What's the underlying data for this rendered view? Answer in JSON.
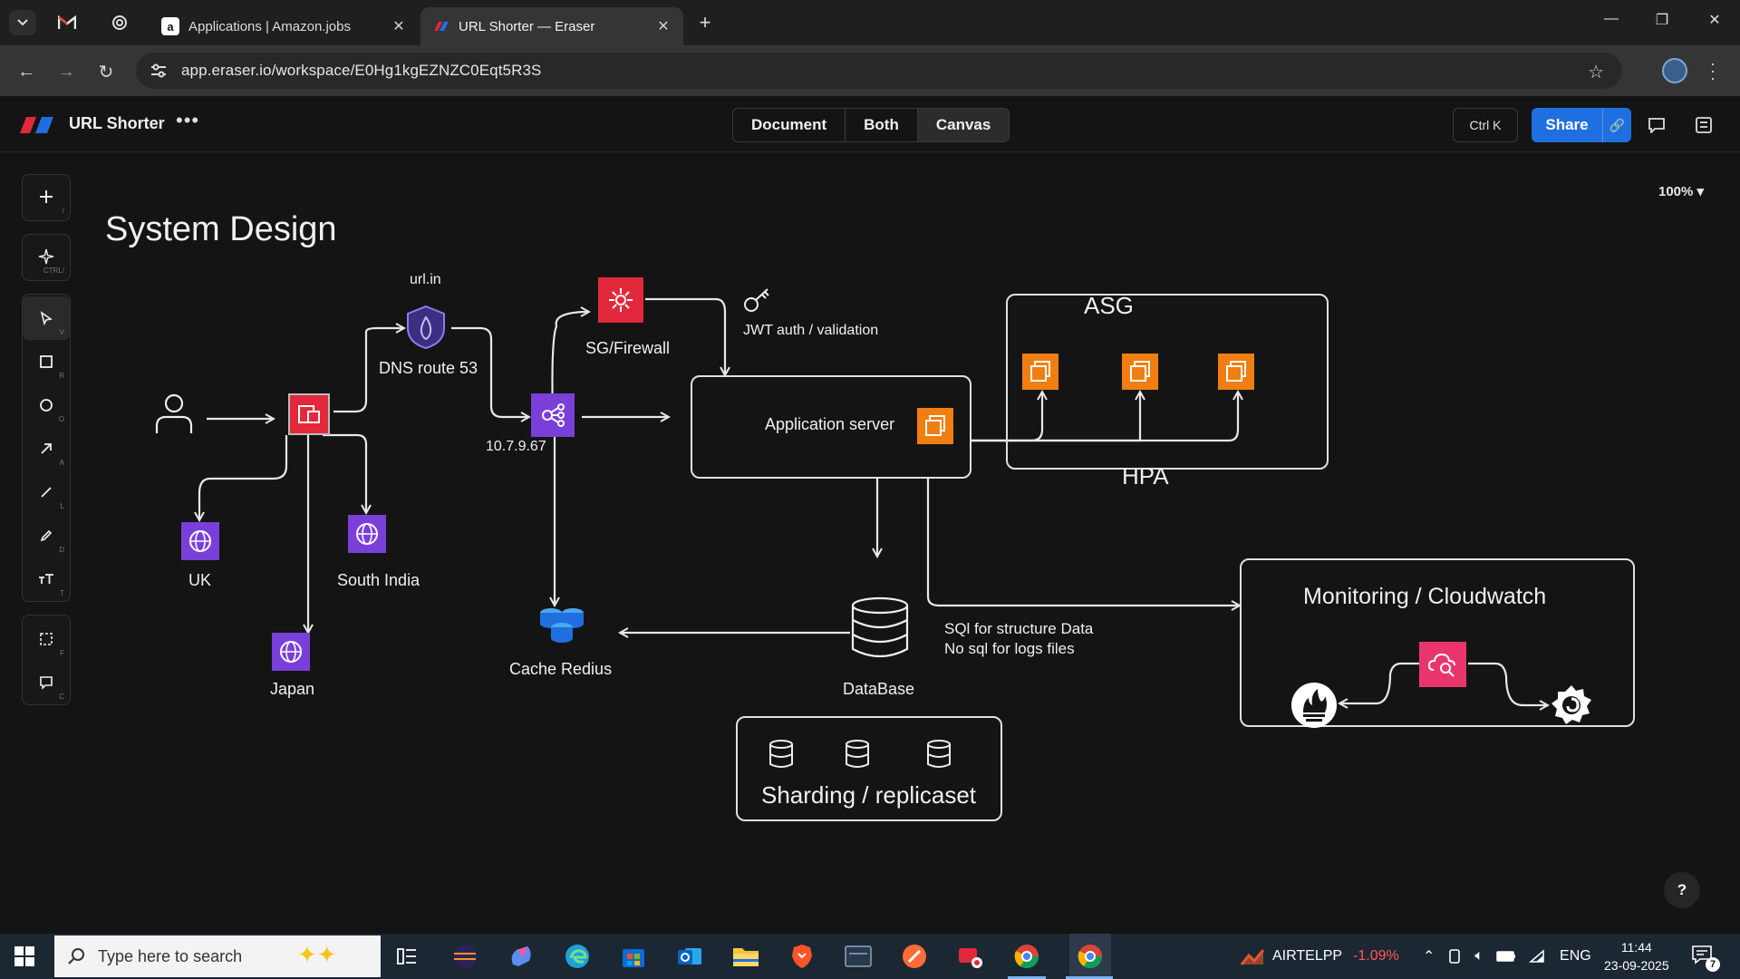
{
  "browser": {
    "tabs": [
      {
        "title": "Applications | Amazon.jobs",
        "favicon": "amazon-icon",
        "active": false
      },
      {
        "title": "URL Shorter — Eraser",
        "favicon": "eraser-icon",
        "active": true
      }
    ],
    "url": "app.eraser.io/workspace/E0Hg1kgEZNZC0Eqt5R3S"
  },
  "app": {
    "doc_title": "URL Shorter",
    "view_modes": [
      "Document",
      "Both",
      "Canvas"
    ],
    "selected_view": "Canvas",
    "command_shortcut": "Ctrl K",
    "share_label": "Share",
    "zoom": "100%",
    "help_label": "?",
    "brand_color": "#e3283c",
    "accent_color": "#1f6fe0"
  },
  "tools": [
    {
      "name": "add",
      "hotkey": "/"
    },
    {
      "name": "ai",
      "hotkey": "CTRL/"
    },
    {
      "name": "select",
      "hotkey": "V"
    },
    {
      "name": "rectangle",
      "hotkey": "R"
    },
    {
      "name": "ellipse",
      "hotkey": "O"
    },
    {
      "name": "arrow",
      "hotkey": "A"
    },
    {
      "name": "line",
      "hotkey": "L"
    },
    {
      "name": "pen",
      "hotkey": "D"
    },
    {
      "name": "text",
      "hotkey": "T"
    },
    {
      "name": "frame",
      "hotkey": "F"
    },
    {
      "name": "comment",
      "hotkey": "C"
    }
  ],
  "diagram": {
    "title": "System Design",
    "labels": {
      "domain": "url.in",
      "dns": "DNS route 53",
      "firewall": "SG/Firewall",
      "jwt": "JWT auth /  validation",
      "ip": "10.7.9.67",
      "app_server": "Application server",
      "asg": "ASG",
      "hpa": "HPA",
      "uk": "UK",
      "south_india": "South India",
      "japan": "Japan",
      "cache": "Cache Redius",
      "database": "DataBase",
      "db_note_1": "SQl for structure Data",
      "db_note_2": "No sql for logs files",
      "sharding": "Sharding / replicaset",
      "monitoring": "Monitoring / Cloudwatch"
    }
  },
  "taskbar": {
    "search_placeholder": "Type here to search",
    "stock_name": "AIRTELPP",
    "stock_change": "-1.09%",
    "language": "ENG",
    "time": "11:44",
    "date": "23-09-2025",
    "notifications": "7"
  }
}
